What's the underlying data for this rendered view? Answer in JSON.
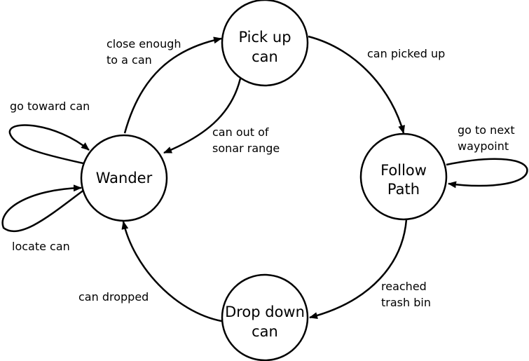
{
  "diagram": {
    "states": {
      "pickup": {
        "line1": "Pick up",
        "line2": "can"
      },
      "wander": {
        "line1": "Wander"
      },
      "follow": {
        "line1": "Follow",
        "line2": "Path"
      },
      "dropdown": {
        "line1": "Drop down",
        "line2": "can"
      }
    },
    "transitions": {
      "close_enough": {
        "line1": "close enough",
        "line2": "to a can"
      },
      "can_picked_up": {
        "line1": "can picked up"
      },
      "can_out": {
        "line1": "can out of",
        "line2": "sonar range"
      },
      "go_toward": {
        "line1": "go toward can"
      },
      "locate": {
        "line1": "locate can"
      },
      "go_next": {
        "line1": "go to next",
        "line2": "waypoint"
      },
      "reached": {
        "line1": "reached",
        "line2": "trash bin"
      },
      "dropped": {
        "line1": "can dropped"
      }
    }
  }
}
